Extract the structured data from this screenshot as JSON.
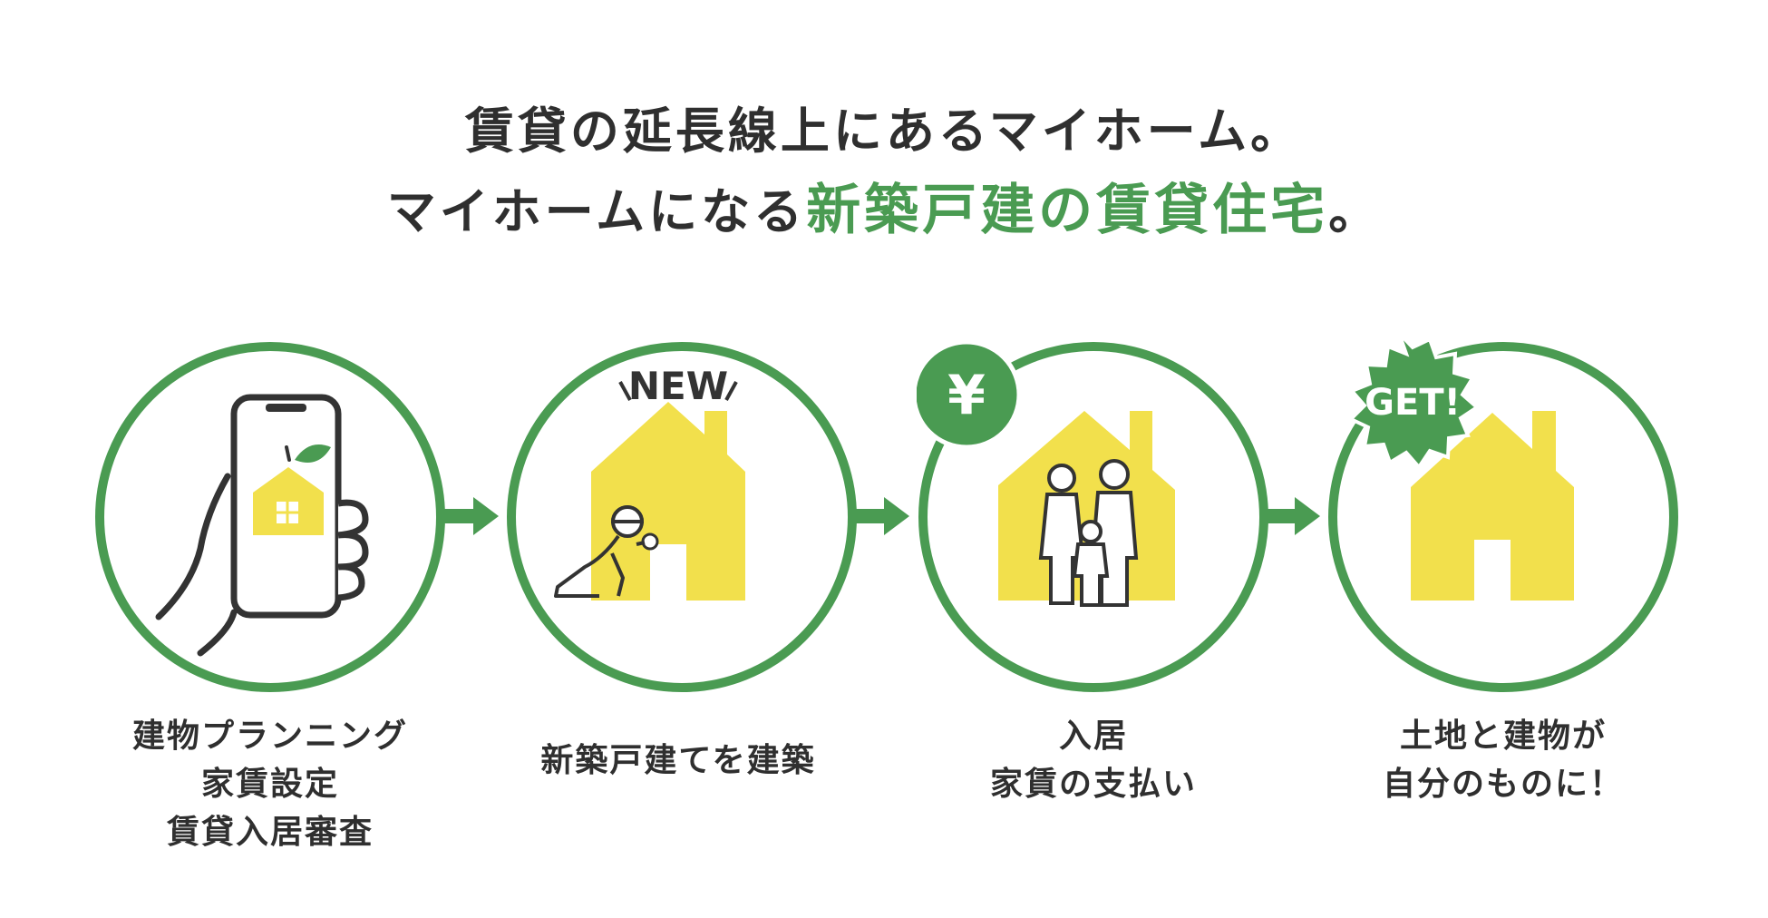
{
  "headline": {
    "line1": "賃貸の延長線上にあるマイホーム。",
    "line2_prefix": "マイホームになる",
    "line2_highlight": "新築戸建の賃貸住宅",
    "line2_suffix": "。"
  },
  "colors": {
    "accent_green": "#4a9b52",
    "house_yellow": "#f2e04c",
    "text_dark": "#2f2f2f"
  },
  "steps": [
    {
      "icon": "smartphone-house-icon",
      "caption_lines": [
        "建物プランニング",
        "家賃設定",
        "賃貸入居審査"
      ]
    },
    {
      "icon": "new-house-construction-icon",
      "badge": "NEW",
      "caption_lines": [
        "新築戸建てを建築"
      ]
    },
    {
      "icon": "family-house-icon",
      "badge": "¥",
      "caption_lines": [
        "入居",
        "家賃の支払い"
      ]
    },
    {
      "icon": "own-house-icon",
      "badge": "GET!",
      "caption_lines": [
        "土地と建物が",
        "自分のものに！"
      ]
    }
  ]
}
